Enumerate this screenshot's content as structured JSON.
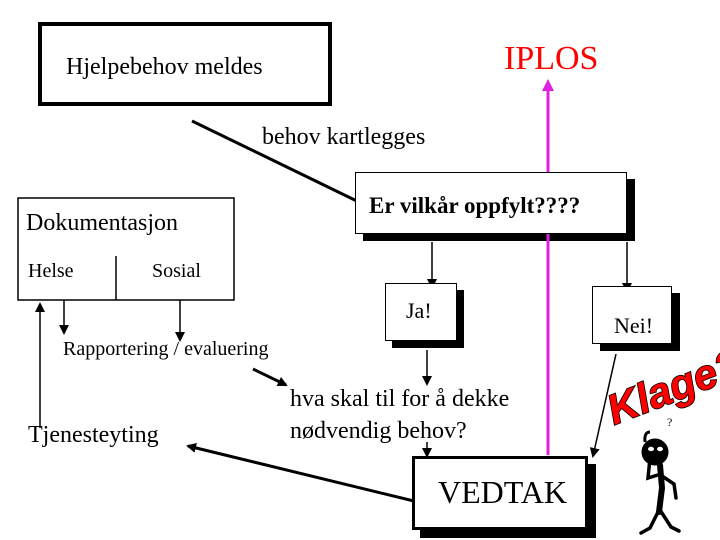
{
  "colors": {
    "line": "#000000",
    "iplos_text": "#ff0000",
    "iplos_arrow": "#e020e0",
    "shadow": "#000000",
    "klage_text": "#ff0000",
    "klage_outline": "#000000"
  },
  "top_box": {
    "label": "Hjelpebehov meldes"
  },
  "iplos": {
    "label": "IPLOS"
  },
  "step_kartlegges": {
    "label": "behov kartlegges"
  },
  "vilkar_box": {
    "label": "Er vilkår oppfylt????"
  },
  "dokumentasjon": {
    "title": "Dokumentasjon",
    "left": "Helse",
    "right": "Sosial"
  },
  "ja_box": {
    "label": "Ja!"
  },
  "nei_box": {
    "label": "Nei!"
  },
  "rapportering": {
    "label": "Rapportering / evaluering"
  },
  "tjenesteyting": {
    "label": "Tjenesteyting"
  },
  "nodvendig": {
    "line1": "hva skal til for å dekke",
    "line2": "nødvendig behov?"
  },
  "vedtak_box": {
    "label": "VEDTAK"
  },
  "klage": {
    "label": "Klage?",
    "figure": "thinking-figure-icon"
  }
}
